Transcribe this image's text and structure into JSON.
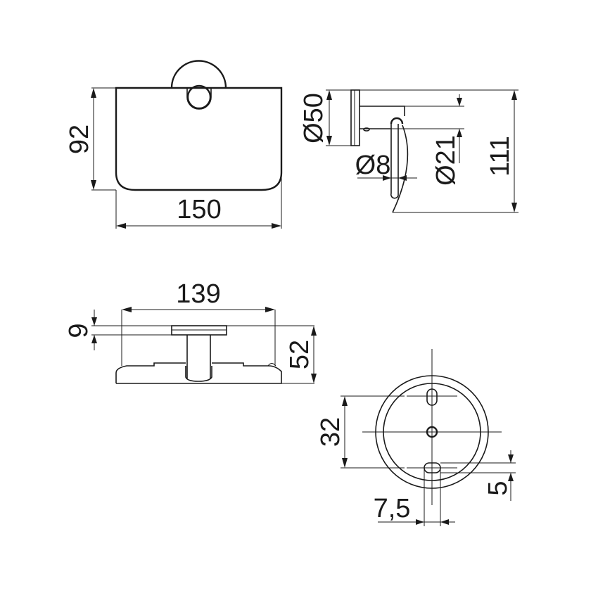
{
  "drawing": {
    "subject": "toilet paper holder with cover - technical dimension drawing",
    "line_color": "#1a1a1a",
    "background": "#ffffff"
  },
  "views": {
    "front": {
      "width_label": "150",
      "height_label": "92"
    },
    "side": {
      "flange_diameter_label": "Ø50",
      "rod_diameter_label": "Ø8",
      "arm_diameter_label": "Ø21",
      "depth_label": "111"
    },
    "top": {
      "width_label": "139",
      "flange_thickness_label": "9",
      "depth_label": "52"
    },
    "back_plate": {
      "hole_spacing_label": "32",
      "slot_height_label": "5",
      "slot_width_label": "7,5"
    }
  }
}
